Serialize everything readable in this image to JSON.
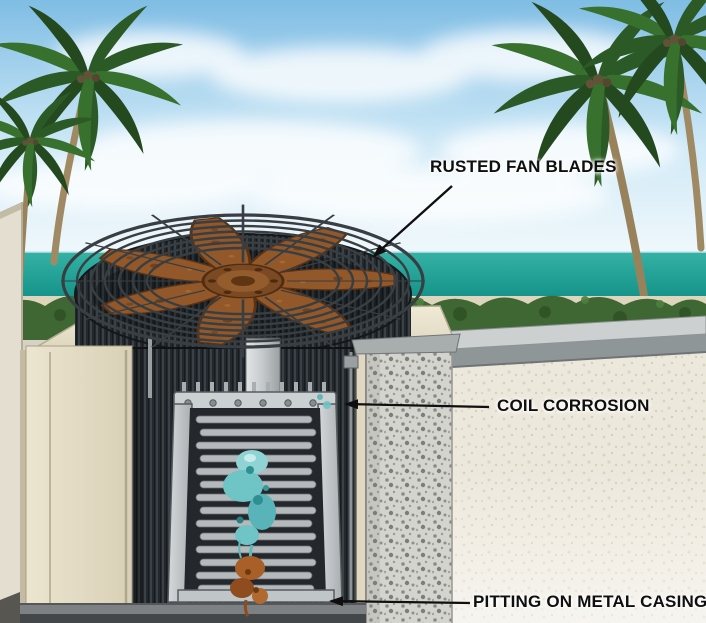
{
  "callouts": [
    {
      "id": "fan",
      "label": "RUSTED FAN BLADES"
    },
    {
      "id": "coil",
      "label": "COIL CORROSION"
    },
    {
      "id": "casing",
      "label": "PITTING ON METAL CASING"
    }
  ],
  "colors": {
    "sky": "#7fbde4",
    "ocean": "#1ba195",
    "hedge": "#3e6733",
    "cabinet": "#e8e1cb",
    "rust": "#92582a",
    "coil_corrosion": "#6fc4c6",
    "concrete": "#d4d4cf",
    "label_text": "#0f0f0f"
  }
}
